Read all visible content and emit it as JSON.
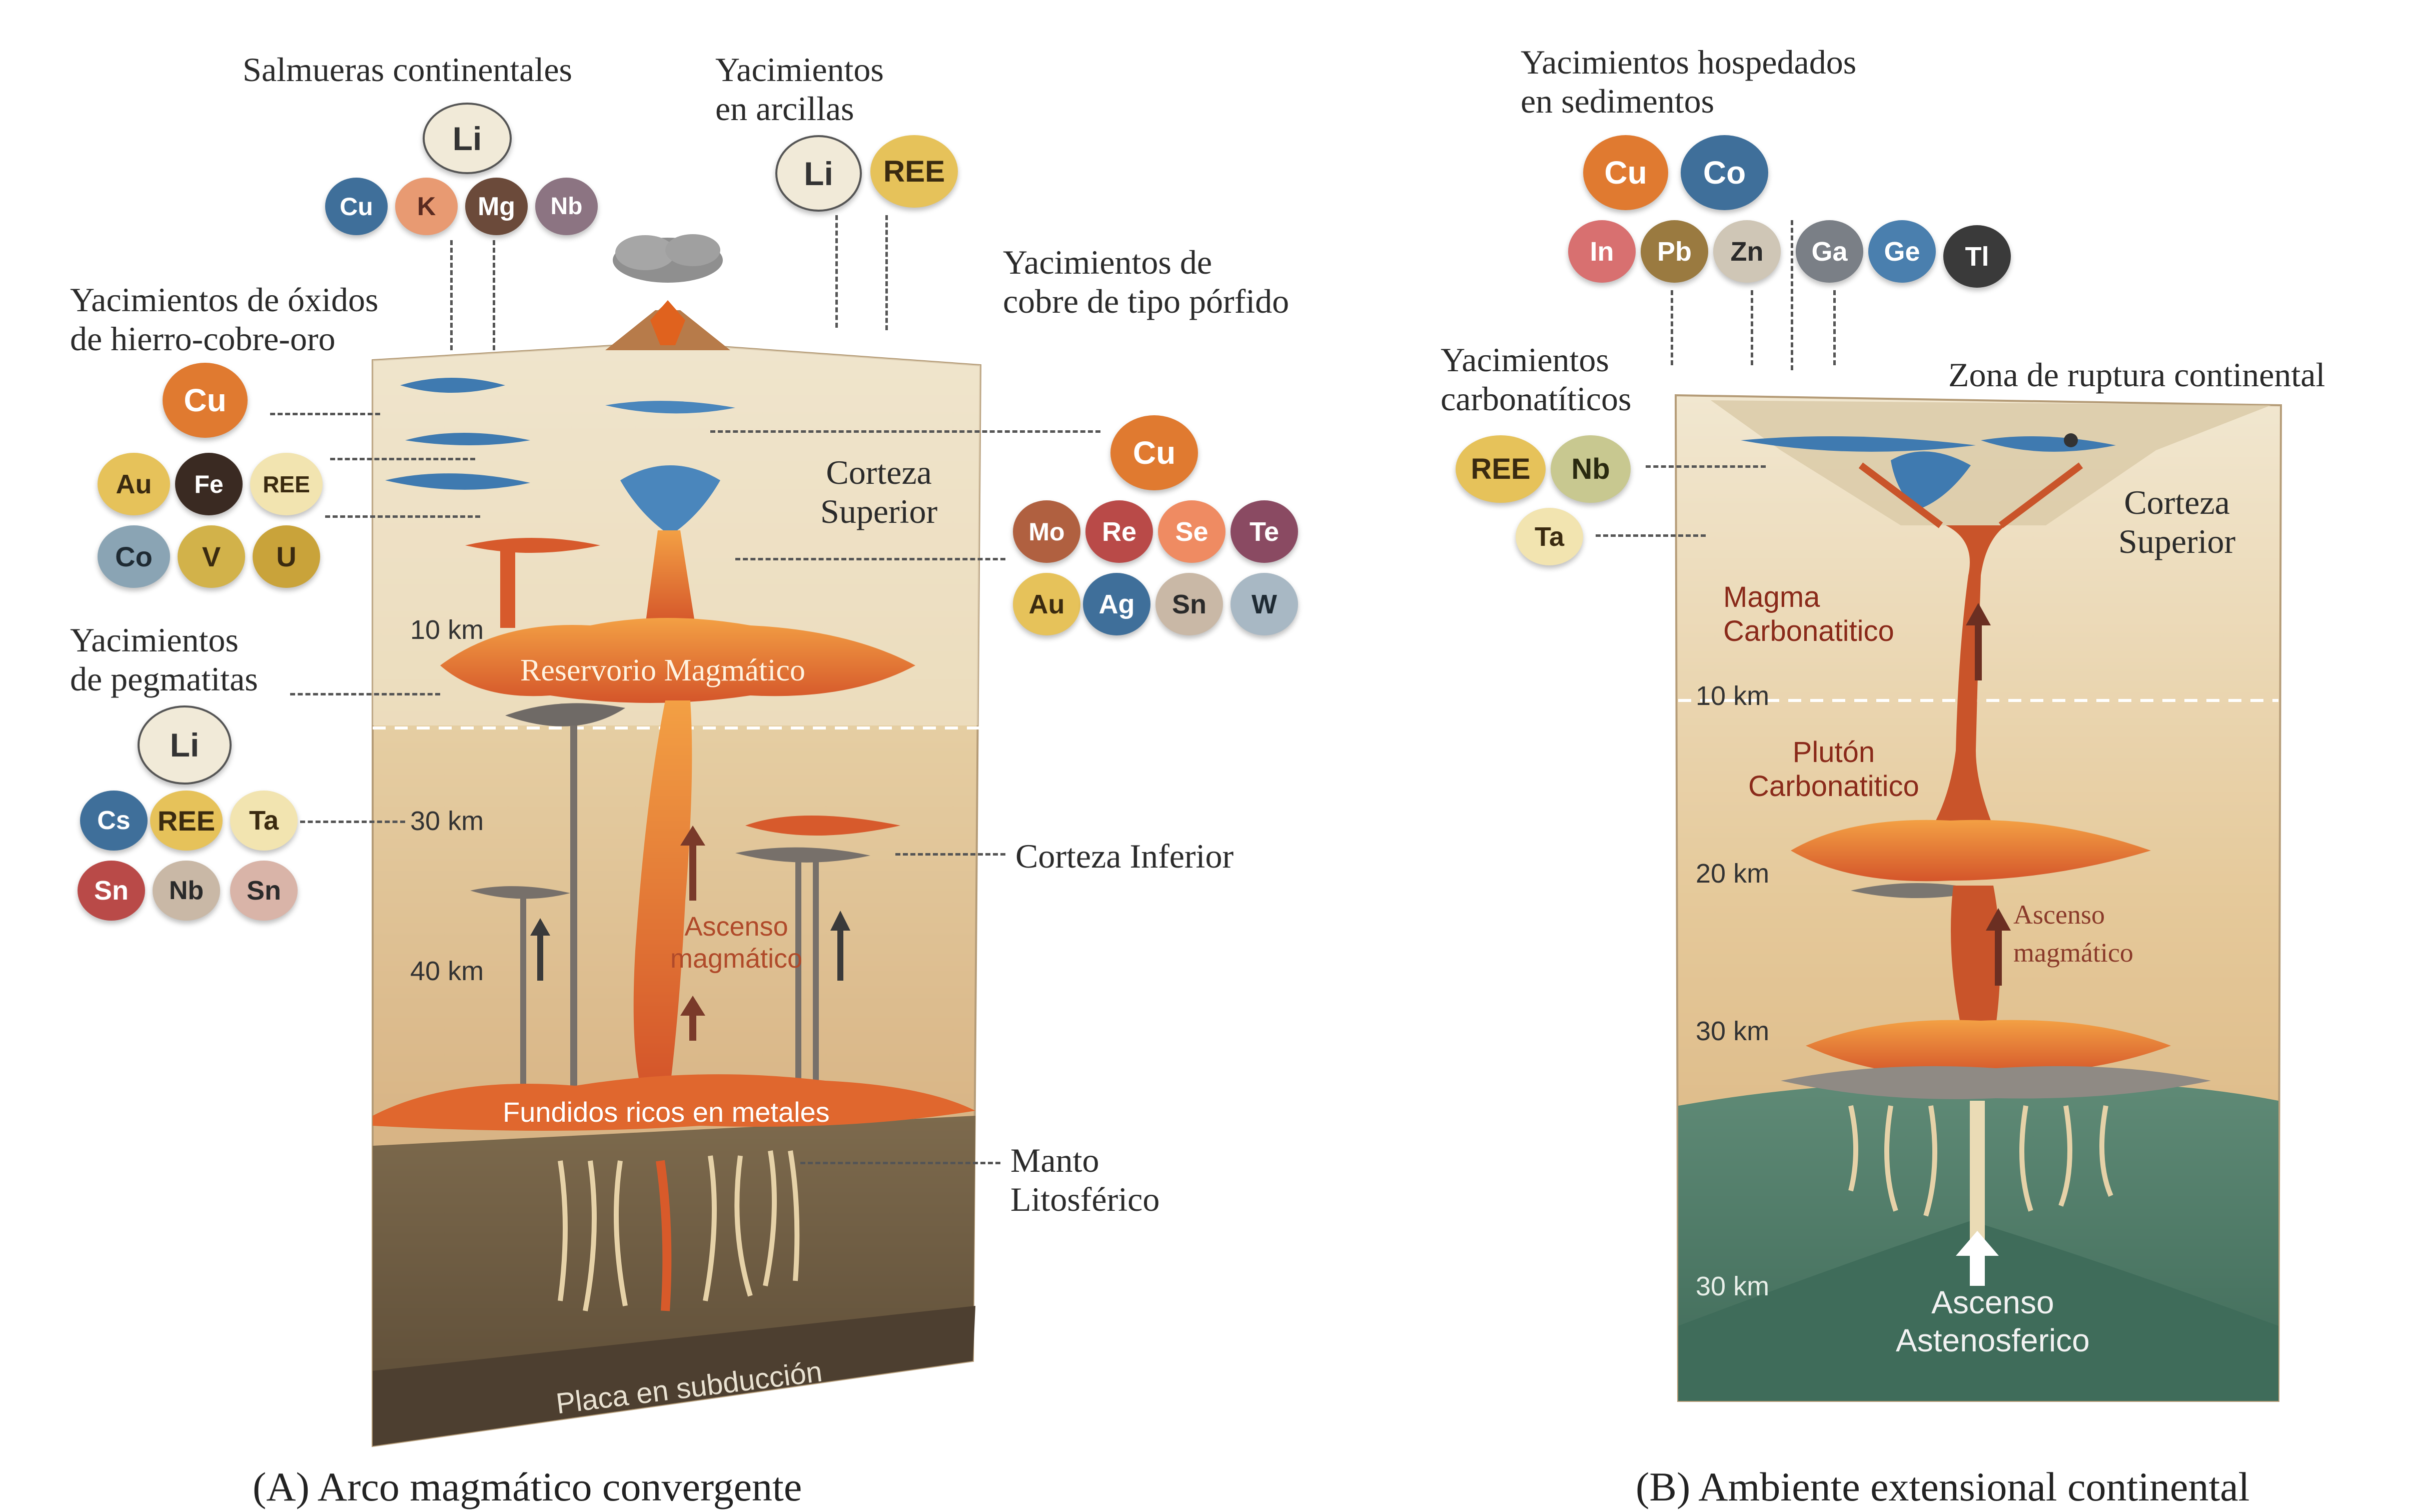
{
  "panel_a": {
    "caption": "(A)  Arco magmático convergente",
    "labels": {
      "salmueras": "Salmueras continentales",
      "arcillas_1": "Yacimientos",
      "arcillas_2": "en arcillas",
      "porfido_1": "Yacimientos de",
      "porfido_2": "cobre de tipo pórfido",
      "iocg_1": "Yacimientos de óxidos",
      "iocg_2": "de hierro-cobre-oro",
      "pegmatitas_1": "Yacimientos",
      "pegmatitas_2": "de pegmatitas",
      "corteza_sup_1": "Corteza",
      "corteza_sup_2": "Superior",
      "corteza_inf": "Corteza Inferior",
      "manto_1": "Manto",
      "manto_2": "Litosférico",
      "reservorio": "Reservorio Magmático",
      "ascenso_1": "Ascenso",
      "ascenso_2": "magmático",
      "fundidos": "Fundidos ricos en metales",
      "placa": "Placa en subducción"
    },
    "depths": [
      "10 km",
      "30 km",
      "40 km"
    ],
    "chips": {
      "salmueras": [
        "Li",
        "Cu",
        "K",
        "Mg",
        "Nb"
      ],
      "arcillas": [
        "Li",
        "REE"
      ],
      "iocg": [
        "Cu",
        "Au",
        "Fe",
        "REE",
        "Co",
        "V",
        "U"
      ],
      "porfido": [
        "Cu",
        "Mo",
        "Re",
        "Se",
        "Te",
        "Au",
        "Ag",
        "Sn",
        "W"
      ],
      "pegmatitas": [
        "Li",
        "Cs",
        "REE",
        "Ta",
        "Sn",
        "Nb",
        "Sn"
      ]
    }
  },
  "panel_b": {
    "caption": "(B)  Ambiente extensional continental",
    "labels": {
      "sedimentos_1": "Yacimientos hospedados",
      "sedimentos_2": "en sedimentos",
      "carbonatiticos_1": "Yacimientos",
      "carbonatiticos_2": "carbonatíticos",
      "ruptura": "Zona de ruptura continental",
      "corteza_sup_1": "Corteza",
      "corteza_sup_2": "Superior",
      "magma_1": "Magma",
      "magma_2": "Carbonatitico",
      "pluton_1": "Plutón",
      "pluton_2": "Carbonatitico",
      "ascenso_1": "Ascenso",
      "ascenso_2": "magmático",
      "asteno_1": "Ascenso",
      "asteno_2": "Astenosferico"
    },
    "depths": [
      "10 km",
      "20 km",
      "30 km",
      "30 km"
    ],
    "chips": {
      "sedimentos_top": [
        "Cu",
        "Co"
      ],
      "sedimentos_bottom": [
        "In",
        "Pb",
        "Zn",
        "Ga",
        "Ge",
        "Tl"
      ],
      "carbonatiticos": [
        "REE",
        "Nb",
        "Ta"
      ]
    }
  },
  "colors": {
    "blue": "#3f6f9a",
    "orange": "#e07a30",
    "salmon": "#e89a72",
    "brown": "#6b4a3a",
    "mauve": "#8c7482",
    "cream": "#f1ead8",
    "gold": "#e6c25a",
    "darkbrown": "#3a2a22",
    "steel": "#8aa4b4",
    "olive": "#d2b24a",
    "ochre": "#c9a33a",
    "rust": "#b06040",
    "red": "#b94a48",
    "coral": "#ef8b62",
    "plum": "#8a4a62",
    "tan": "#c9b8a6",
    "pink": "#d87070",
    "bronze": "#9a7a40",
    "grey": "#cfc6b6",
    "slate": "#7a7f86",
    "teal": "#4a7fae",
    "charcoal": "#3a3a3a",
    "pale": "#f2e4b0",
    "khaki": "#c8c890",
    "sage": "#a8b890"
  }
}
